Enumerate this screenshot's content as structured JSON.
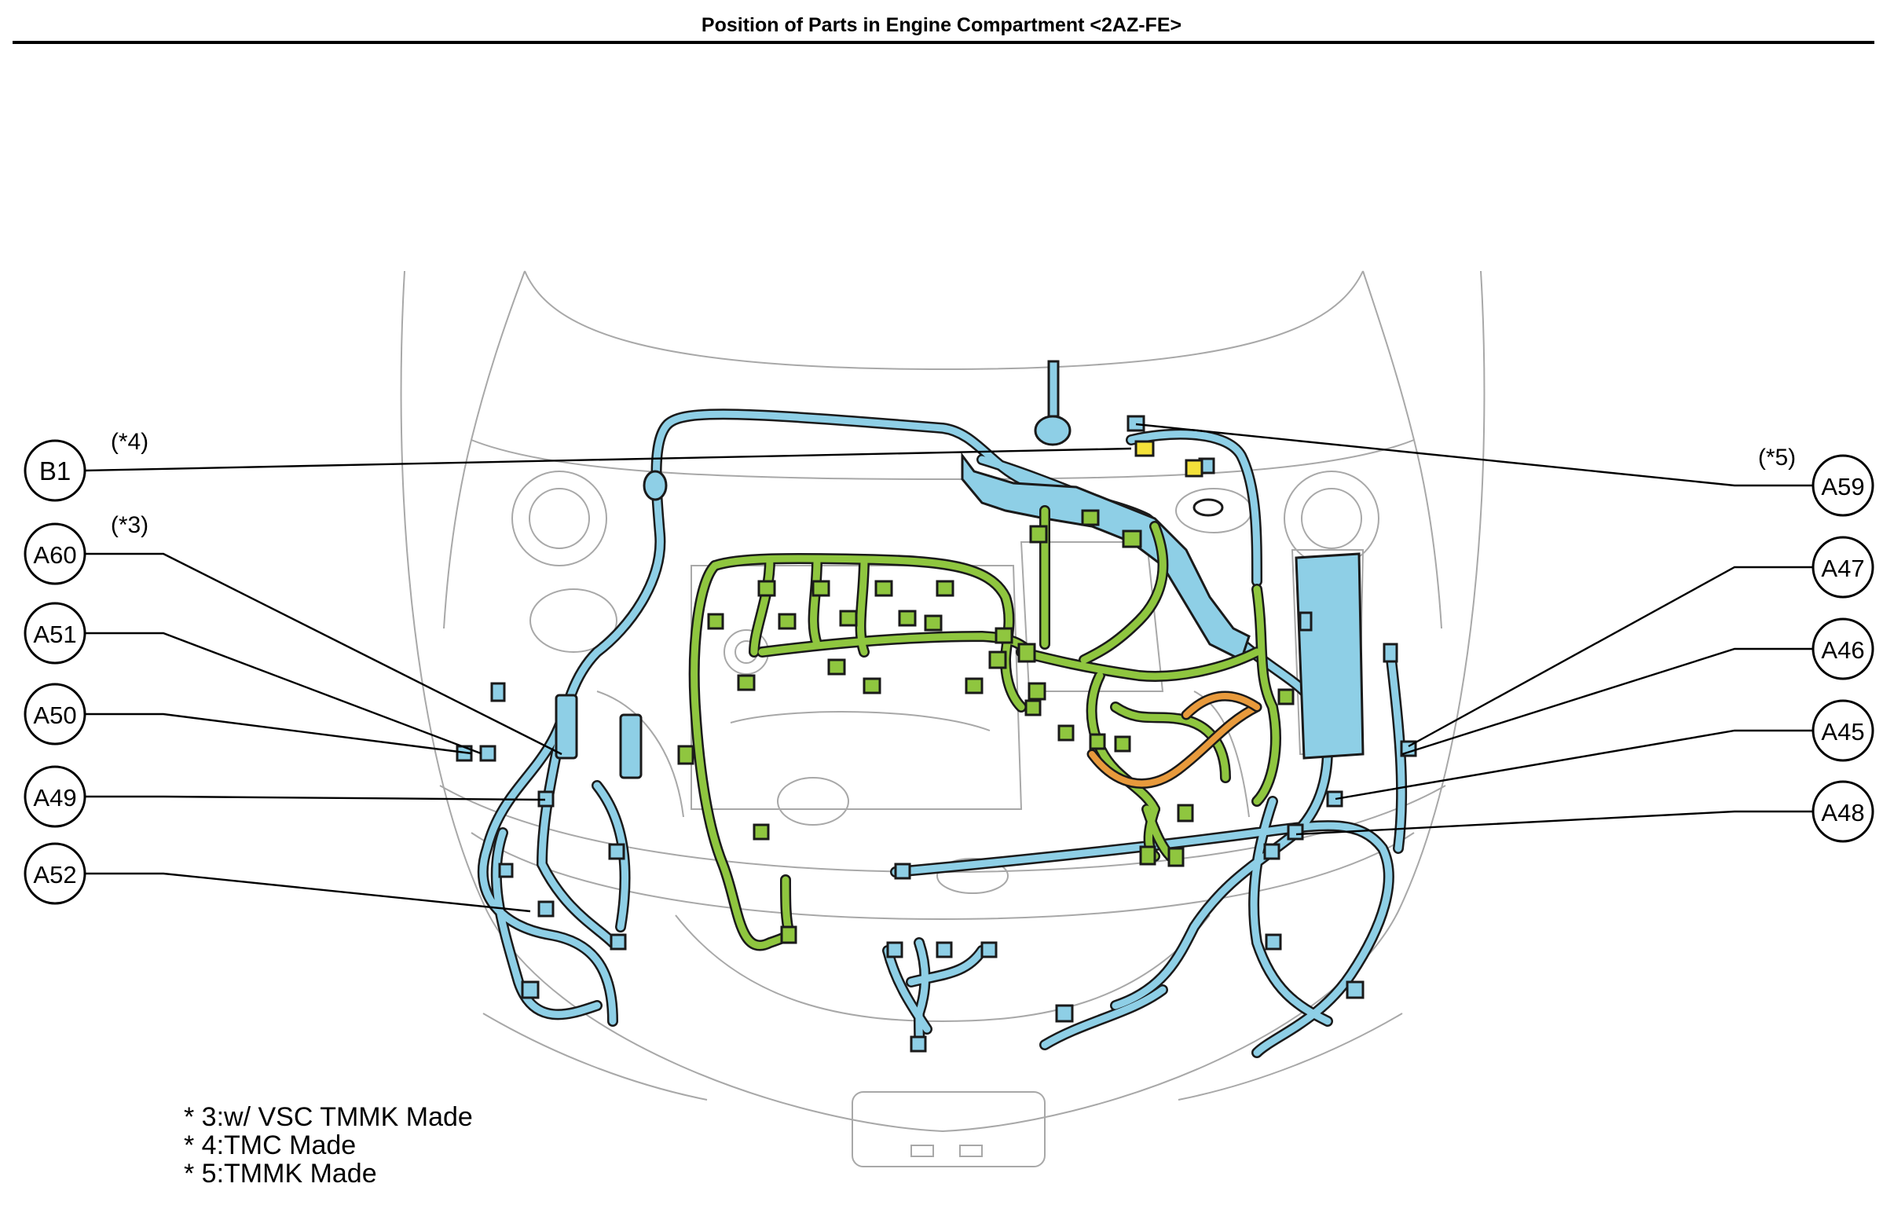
{
  "title": "Position of Parts in Engine Compartment <2AZ-FE>",
  "callouts": {
    "B1": "B1",
    "A60": "A60",
    "A51": "A51",
    "A50": "A50",
    "A49": "A49",
    "A52": "A52",
    "A59": "A59",
    "A47": "A47",
    "A46": "A46",
    "A45": "A45",
    "A48": "A48"
  },
  "qualifiers": {
    "b1": "(*4)",
    "a60": "(*3)",
    "a59": "(*5)"
  },
  "notes": [
    "* 3:w/ VSC TMMK Made",
    "* 4:TMC Made",
    "* 5:TMMK Made"
  ],
  "colors": {
    "harness_blue": "#8ecfe6",
    "harness_green": "#8fc63f",
    "harness_orange": "#e89a3c",
    "outline": "#1a1a1a",
    "body_lines": "#9a9a9a"
  }
}
